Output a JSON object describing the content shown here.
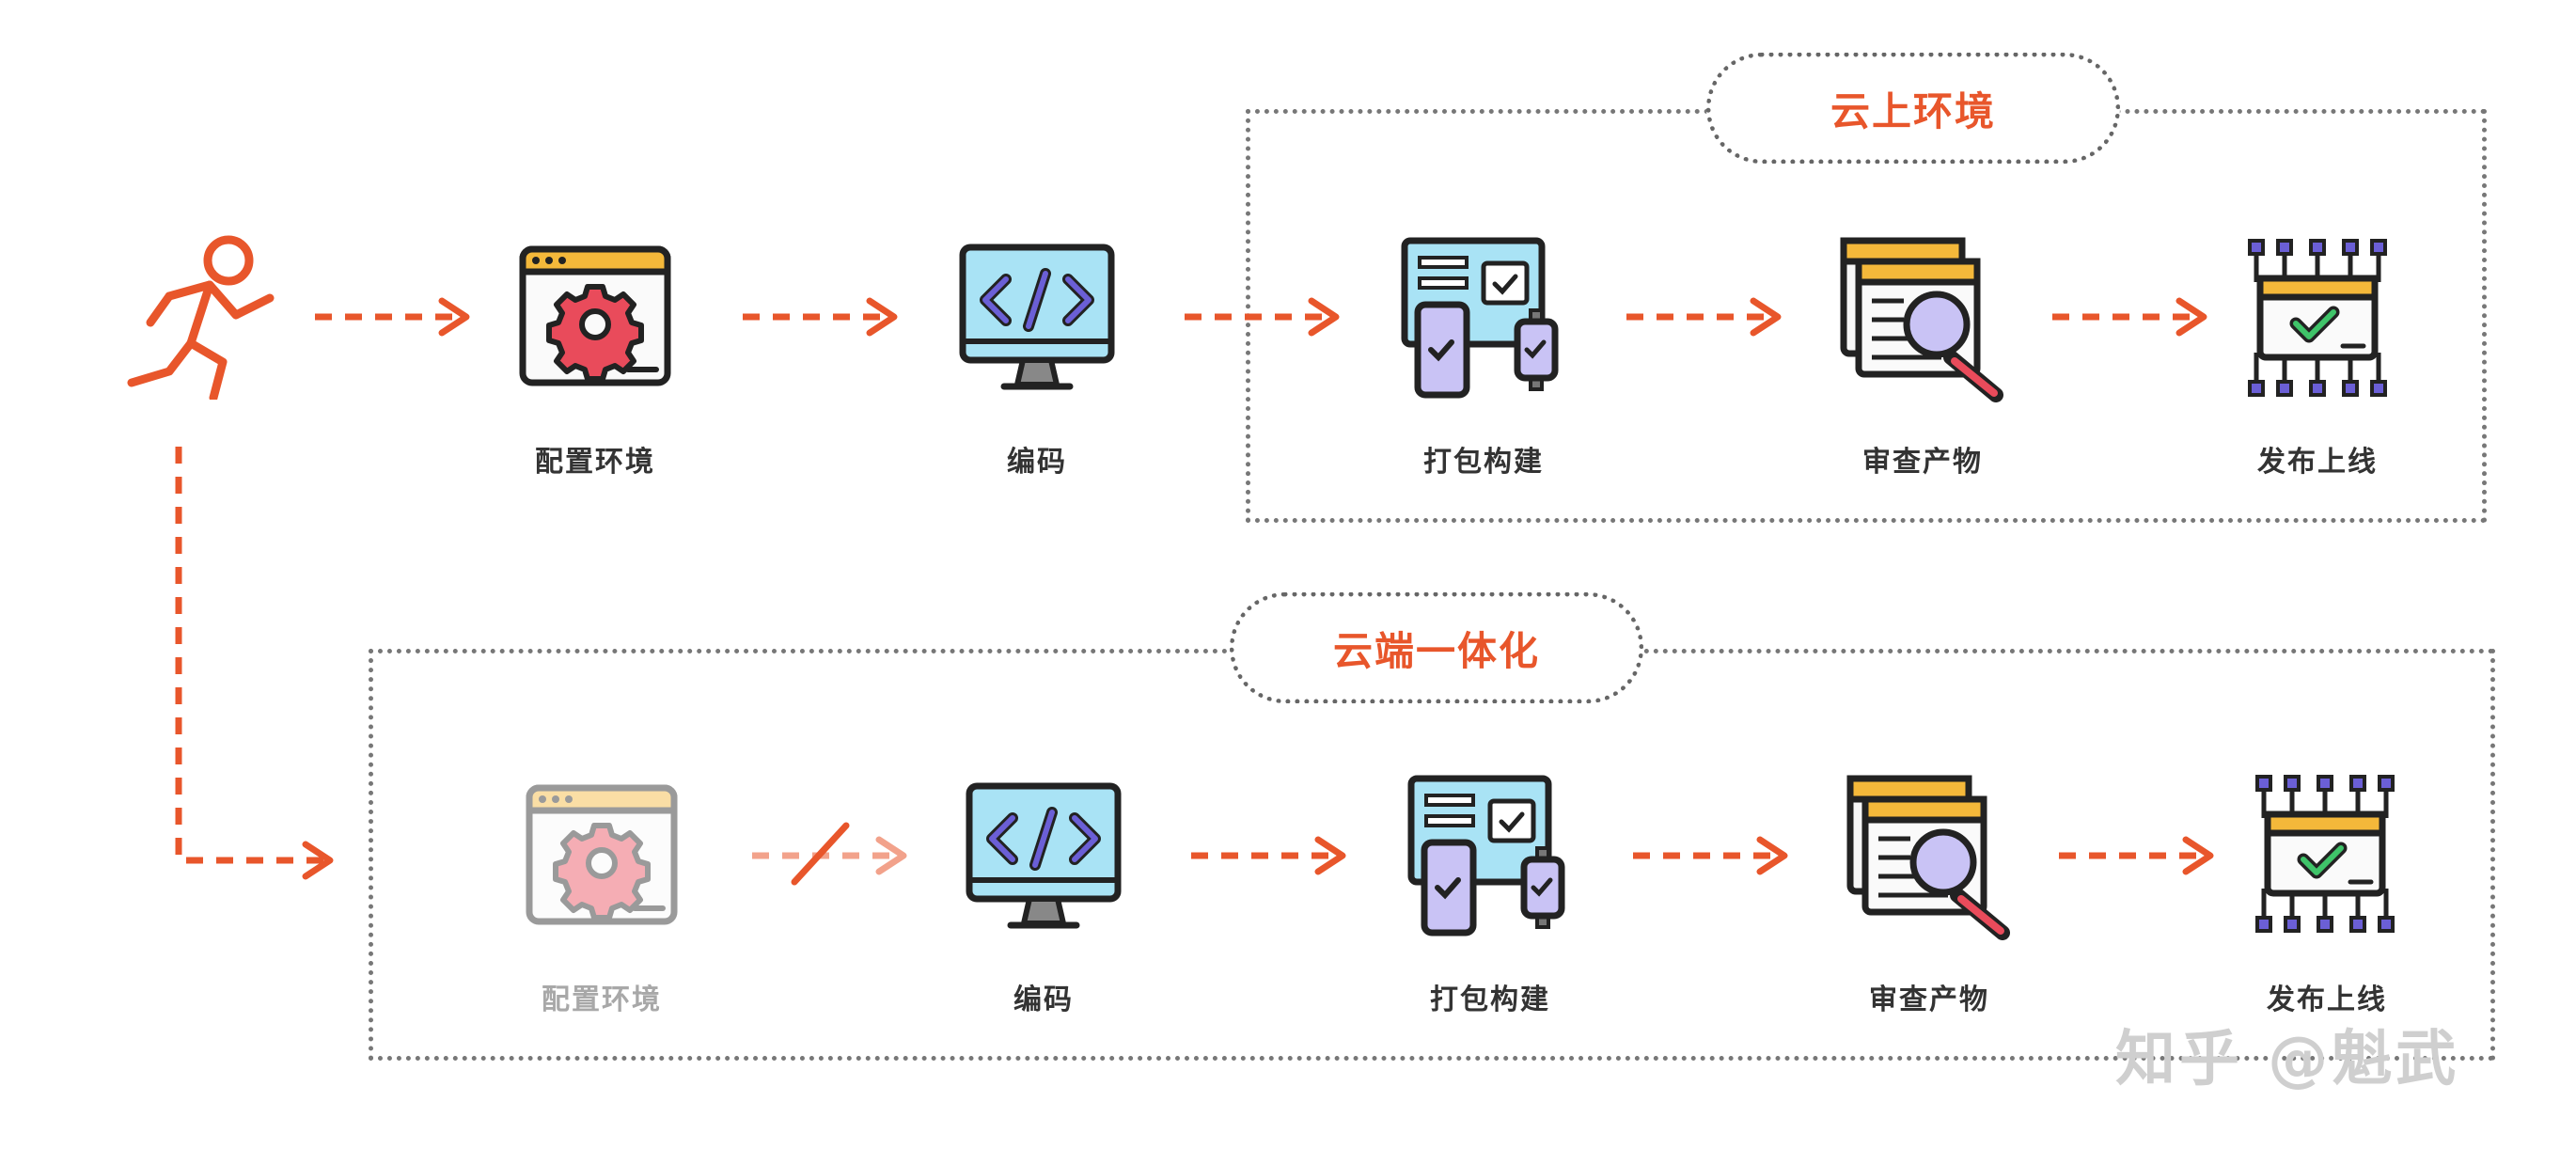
{
  "groups": {
    "cloud_env": {
      "title": "云上环境"
    },
    "cloud_edge": {
      "title": "云端一体化"
    }
  },
  "row_top": {
    "steps": [
      {
        "label": "配置环境",
        "icon": "config-gear-window-icon"
      },
      {
        "label": "编码",
        "icon": "code-monitor-icon"
      },
      {
        "label": "打包构建",
        "icon": "multi-device-build-icon"
      },
      {
        "label": "审查产物",
        "icon": "document-review-magnifier-icon"
      },
      {
        "label": "发布上线",
        "icon": "release-circuit-check-icon"
      }
    ]
  },
  "row_bottom": {
    "steps": [
      {
        "label": "配置环境",
        "icon": "config-gear-window-icon",
        "faded": true
      },
      {
        "label": "编码",
        "icon": "code-monitor-icon"
      },
      {
        "label": "打包构建",
        "icon": "multi-device-build-icon"
      },
      {
        "label": "审查产物",
        "icon": "document-review-magnifier-icon"
      },
      {
        "label": "发布上线",
        "icon": "release-circuit-check-icon"
      }
    ]
  },
  "watermark": "知乎 @魁武",
  "colors": {
    "accent": "#e8562b",
    "outline": "#222222",
    "muted": "#a8a8a8"
  }
}
